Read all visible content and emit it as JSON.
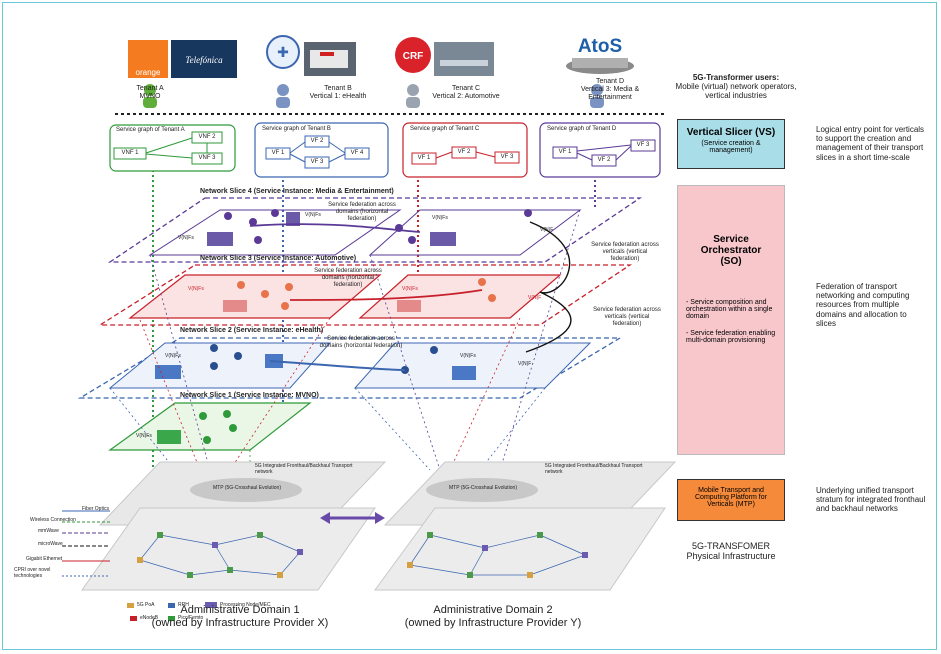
{
  "tenants": [
    {
      "name": "Tenant A",
      "role": "MVNO",
      "logos": [
        "orange",
        "Telefónica"
      ]
    },
    {
      "name": "Tenant B",
      "role": "Vertical 1: eHealth"
    },
    {
      "name": "Tenant C",
      "role": "Vertical 2: Automotive",
      "logos": [
        "CRF"
      ]
    },
    {
      "name": "Tenant D",
      "role": "Vertical 3: Media & Entertainment",
      "logos": [
        "AtoS"
      ]
    }
  ],
  "service_graphs": [
    {
      "title": "Service graph of Tenant A",
      "nodes": [
        "VNF 2",
        "VNF 1",
        "VNF 3"
      ],
      "color": "#2e9a3a"
    },
    {
      "title": "Service graph of Tenant B",
      "nodes": [
        "VF 2",
        "VF 1",
        "VF 4",
        "VF 3"
      ],
      "color": "#3b66b0"
    },
    {
      "title": "Service graph of Tenant C",
      "nodes": [
        "VF 1",
        "VF 2",
        "VF 3"
      ],
      "color": "#c8202a"
    },
    {
      "title": "Service graph of Tenant D",
      "nodes": [
        "VF 1",
        "VF 2",
        "VF 3"
      ],
      "color": "#5a3a96"
    }
  ],
  "slices": [
    {
      "title": "Network Slice 4 (Service Instance: Media & Entertainment)",
      "color": "#5a3a96"
    },
    {
      "title": "Network Slice 3 (Service Instance: Automotive)",
      "color": "#c8202a"
    },
    {
      "title": "Network Slice 2 (Service Instance: eHealth)",
      "color": "#3b66b0"
    },
    {
      "title": "Network Slice 1 (Service Instance: MVNO)",
      "color": "#2e9a3a"
    }
  ],
  "vnf_label": "V(N)Fs",
  "vnf_label_single": "V(N)F",
  "federation": {
    "horizontal": "Service federation across domains (horizontal federation)",
    "vertical": "Service federation across verticals (vertical federation)"
  },
  "mtp_label": "MTP (5G-Crosshaul Evolution)",
  "transport_label": "5G Integrated Fronthaul/Backhaul Transport network",
  "legend": {
    "links": [
      "Fiber Optics",
      "Wireless Connection",
      "mmWave",
      "microWave",
      "Gigabit Ethernet",
      "CPRI over novel technologies"
    ],
    "nodes": [
      "5G PoA",
      "RRH",
      "Processing Node/MEC",
      "eNodeB",
      "Pico/Femto"
    ]
  },
  "domains": [
    {
      "title": "Administrative Domain 1",
      "owner": "(owned by Infrastructure Provider X)"
    },
    {
      "title": "Administrative Domain 2",
      "owner": "(owned by Infrastructure Provider Y)"
    }
  ],
  "right": {
    "users_title": "5G-Transformer users:",
    "users_desc": "Mobile (virtual) network operators, vertical industries",
    "vs_title": "Vertical Slicer (VS)",
    "vs_sub": "(Service creation & management)",
    "vs_desc": "Logical entry point for verticals to support the creation and management of their transport slices in a short time-scale",
    "so_title": "Service Orchestrator (SO)",
    "so_item1": "- Service composition and orchestration within a single domain",
    "so_item2": "- Service federation enabling multi-domain provisioning",
    "so_desc": "Federation of transport networking and computing resources from multiple domains and allocation to slices",
    "mtp_title": "Mobile Transport and Computing Platform for Verticals (MTP)",
    "mtp_desc": "Underlying unified transport stratum for integrated fronthaul and backhaul networks",
    "infra_title": "5G-TRANSFOMER Physical Infrastructure",
    "vs_color": "#a9dde8",
    "so_color": "#f7c7cc",
    "mtp_color": "#f58a3a"
  }
}
